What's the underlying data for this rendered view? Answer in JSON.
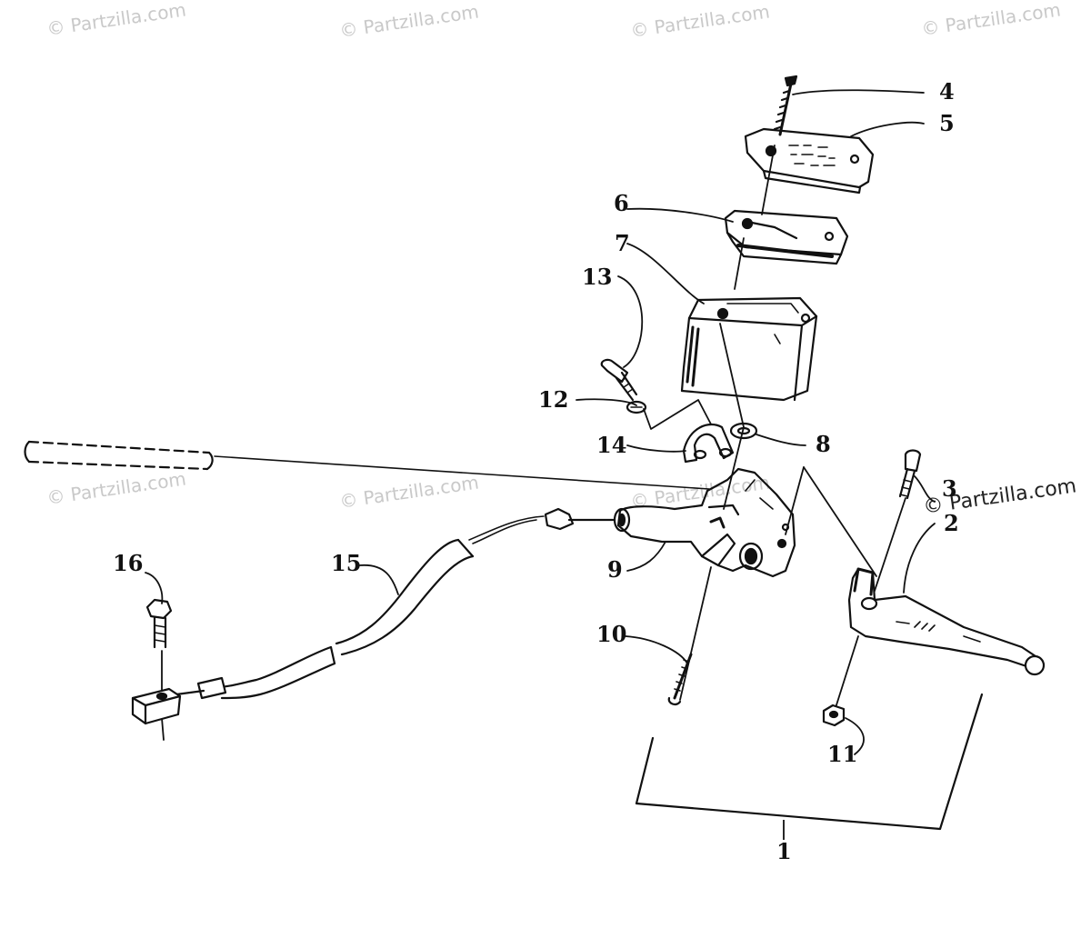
{
  "watermark": {
    "text": "© Partzilla.com"
  },
  "callouts": {
    "c1": "1",
    "c2": "2",
    "c3": "3",
    "c4": "4",
    "c5": "5",
    "c6": "6",
    "c7": "7",
    "c8": "8",
    "c9": "9",
    "c10": "10",
    "c11": "11",
    "c12": "12",
    "c13": "13",
    "c14": "14",
    "c15": "15",
    "c16": "16"
  }
}
